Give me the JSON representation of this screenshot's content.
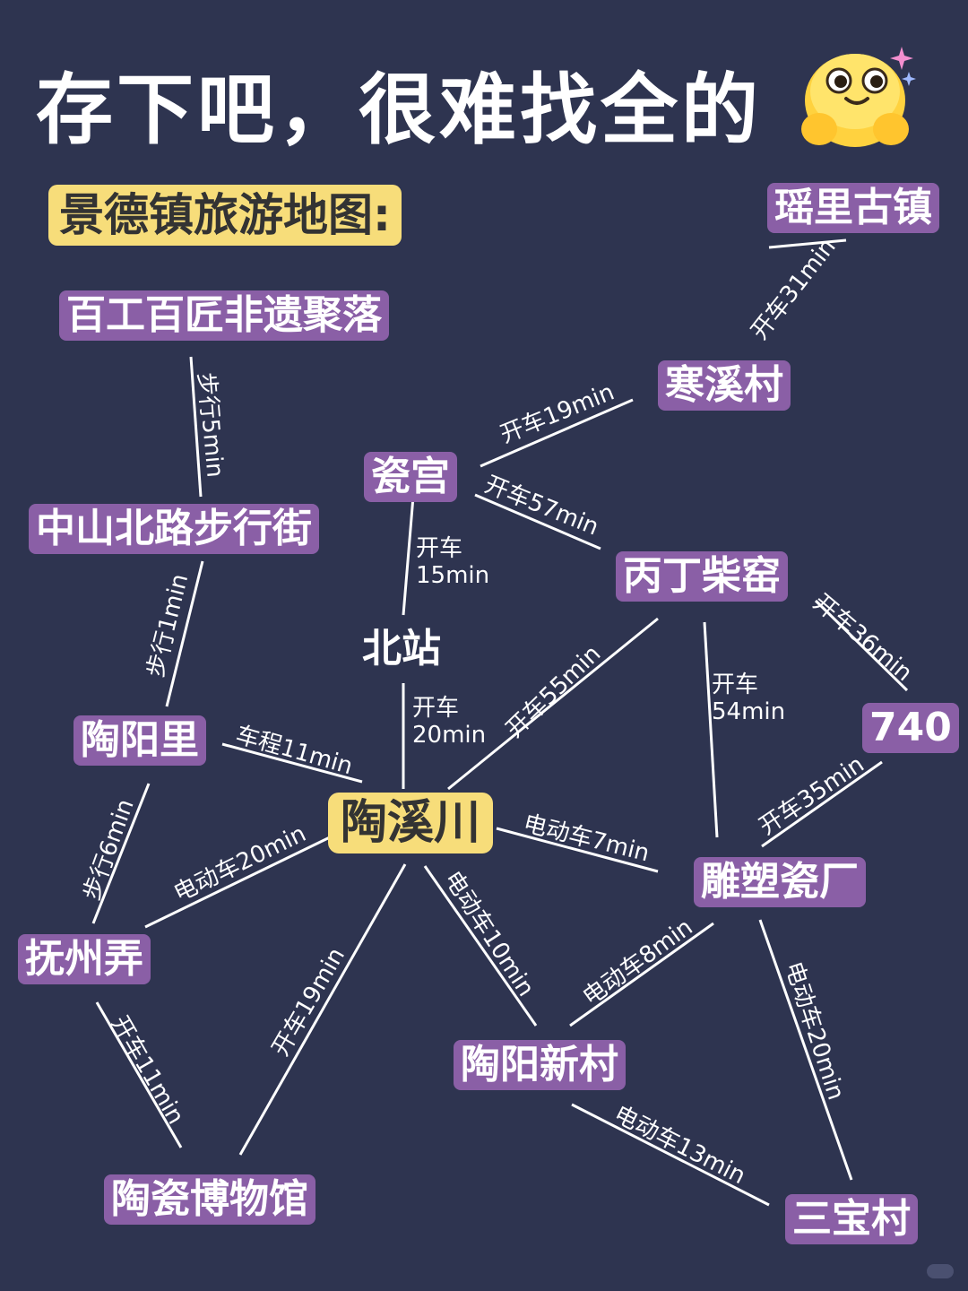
{
  "title": "存下吧，很难找全的",
  "subtitle": "景德镇旅游地图:",
  "colors": {
    "background": "#2e3450",
    "node_fill": "#8a5fa6",
    "center_fill": "#f7dd7a",
    "line": "#ffffff"
  },
  "icons": {
    "emoji": "smiling-face-with-sparkles-icon"
  },
  "nodes": {
    "yaoli": "瑶里古镇",
    "baigong": "百工百匠非遗聚落",
    "hanxi": "寒溪村",
    "cigong": "瓷宫",
    "zhongshan": "中山北路步行街",
    "bingding": "丙丁柴窑",
    "beizhan": "北站",
    "n740": "740",
    "taoyangli": "陶阳里",
    "taoxichuan": "陶溪川",
    "diaosu": "雕塑瓷厂",
    "fuzhou": "抚州弄",
    "taoyang_new": "陶阳新村",
    "museum": "陶瓷博物馆",
    "sanbao": "三宝村"
  },
  "edges": [
    {
      "from": "yaoli",
      "to": "hanxi",
      "label": "开车31min"
    },
    {
      "from": "hanxi",
      "to": "cigong",
      "label": "开车19min"
    },
    {
      "from": "cigong",
      "to": "bingding",
      "label": "开车57min"
    },
    {
      "from": "baigong",
      "to": "zhongshan",
      "label": "步行5min"
    },
    {
      "from": "cigong",
      "to": "beizhan",
      "label": "开车 15min"
    },
    {
      "from": "zhongshan",
      "to": "taoyangli",
      "label": "步行1min"
    },
    {
      "from": "bingding",
      "to": "n740",
      "label": "开车36min"
    },
    {
      "from": "bingding",
      "to": "diaosu",
      "label": "开车 54min"
    },
    {
      "from": "bingding",
      "to": "taoxichuan",
      "label": "开车55min"
    },
    {
      "from": "beizhan",
      "to": "taoxichuan",
      "label": "开车 20min"
    },
    {
      "from": "taoyangli",
      "to": "taoxichuan",
      "label": "车程11min"
    },
    {
      "from": "n740",
      "to": "diaosu",
      "label": "开车35min"
    },
    {
      "from": "taoyangli",
      "to": "fuzhou",
      "label": "步行6min"
    },
    {
      "from": "taoxichuan",
      "to": "fuzhou",
      "label": "电动车20min"
    },
    {
      "from": "taoxichuan",
      "to": "diaosu",
      "label": "电动车7min"
    },
    {
      "from": "taoxichuan",
      "to": "taoyang_new",
      "label": "电动车10min"
    },
    {
      "from": "diaosu",
      "to": "taoyang_new",
      "label": "电动车8min"
    },
    {
      "from": "taoxichuan",
      "to": "museum",
      "label": "开车19min"
    },
    {
      "from": "fuzhou",
      "to": "museum",
      "label": "开车11min"
    },
    {
      "from": "diaosu",
      "to": "sanbao",
      "label": "电动车20min"
    },
    {
      "from": "taoyang_new",
      "to": "sanbao",
      "label": "电动车13min"
    }
  ]
}
